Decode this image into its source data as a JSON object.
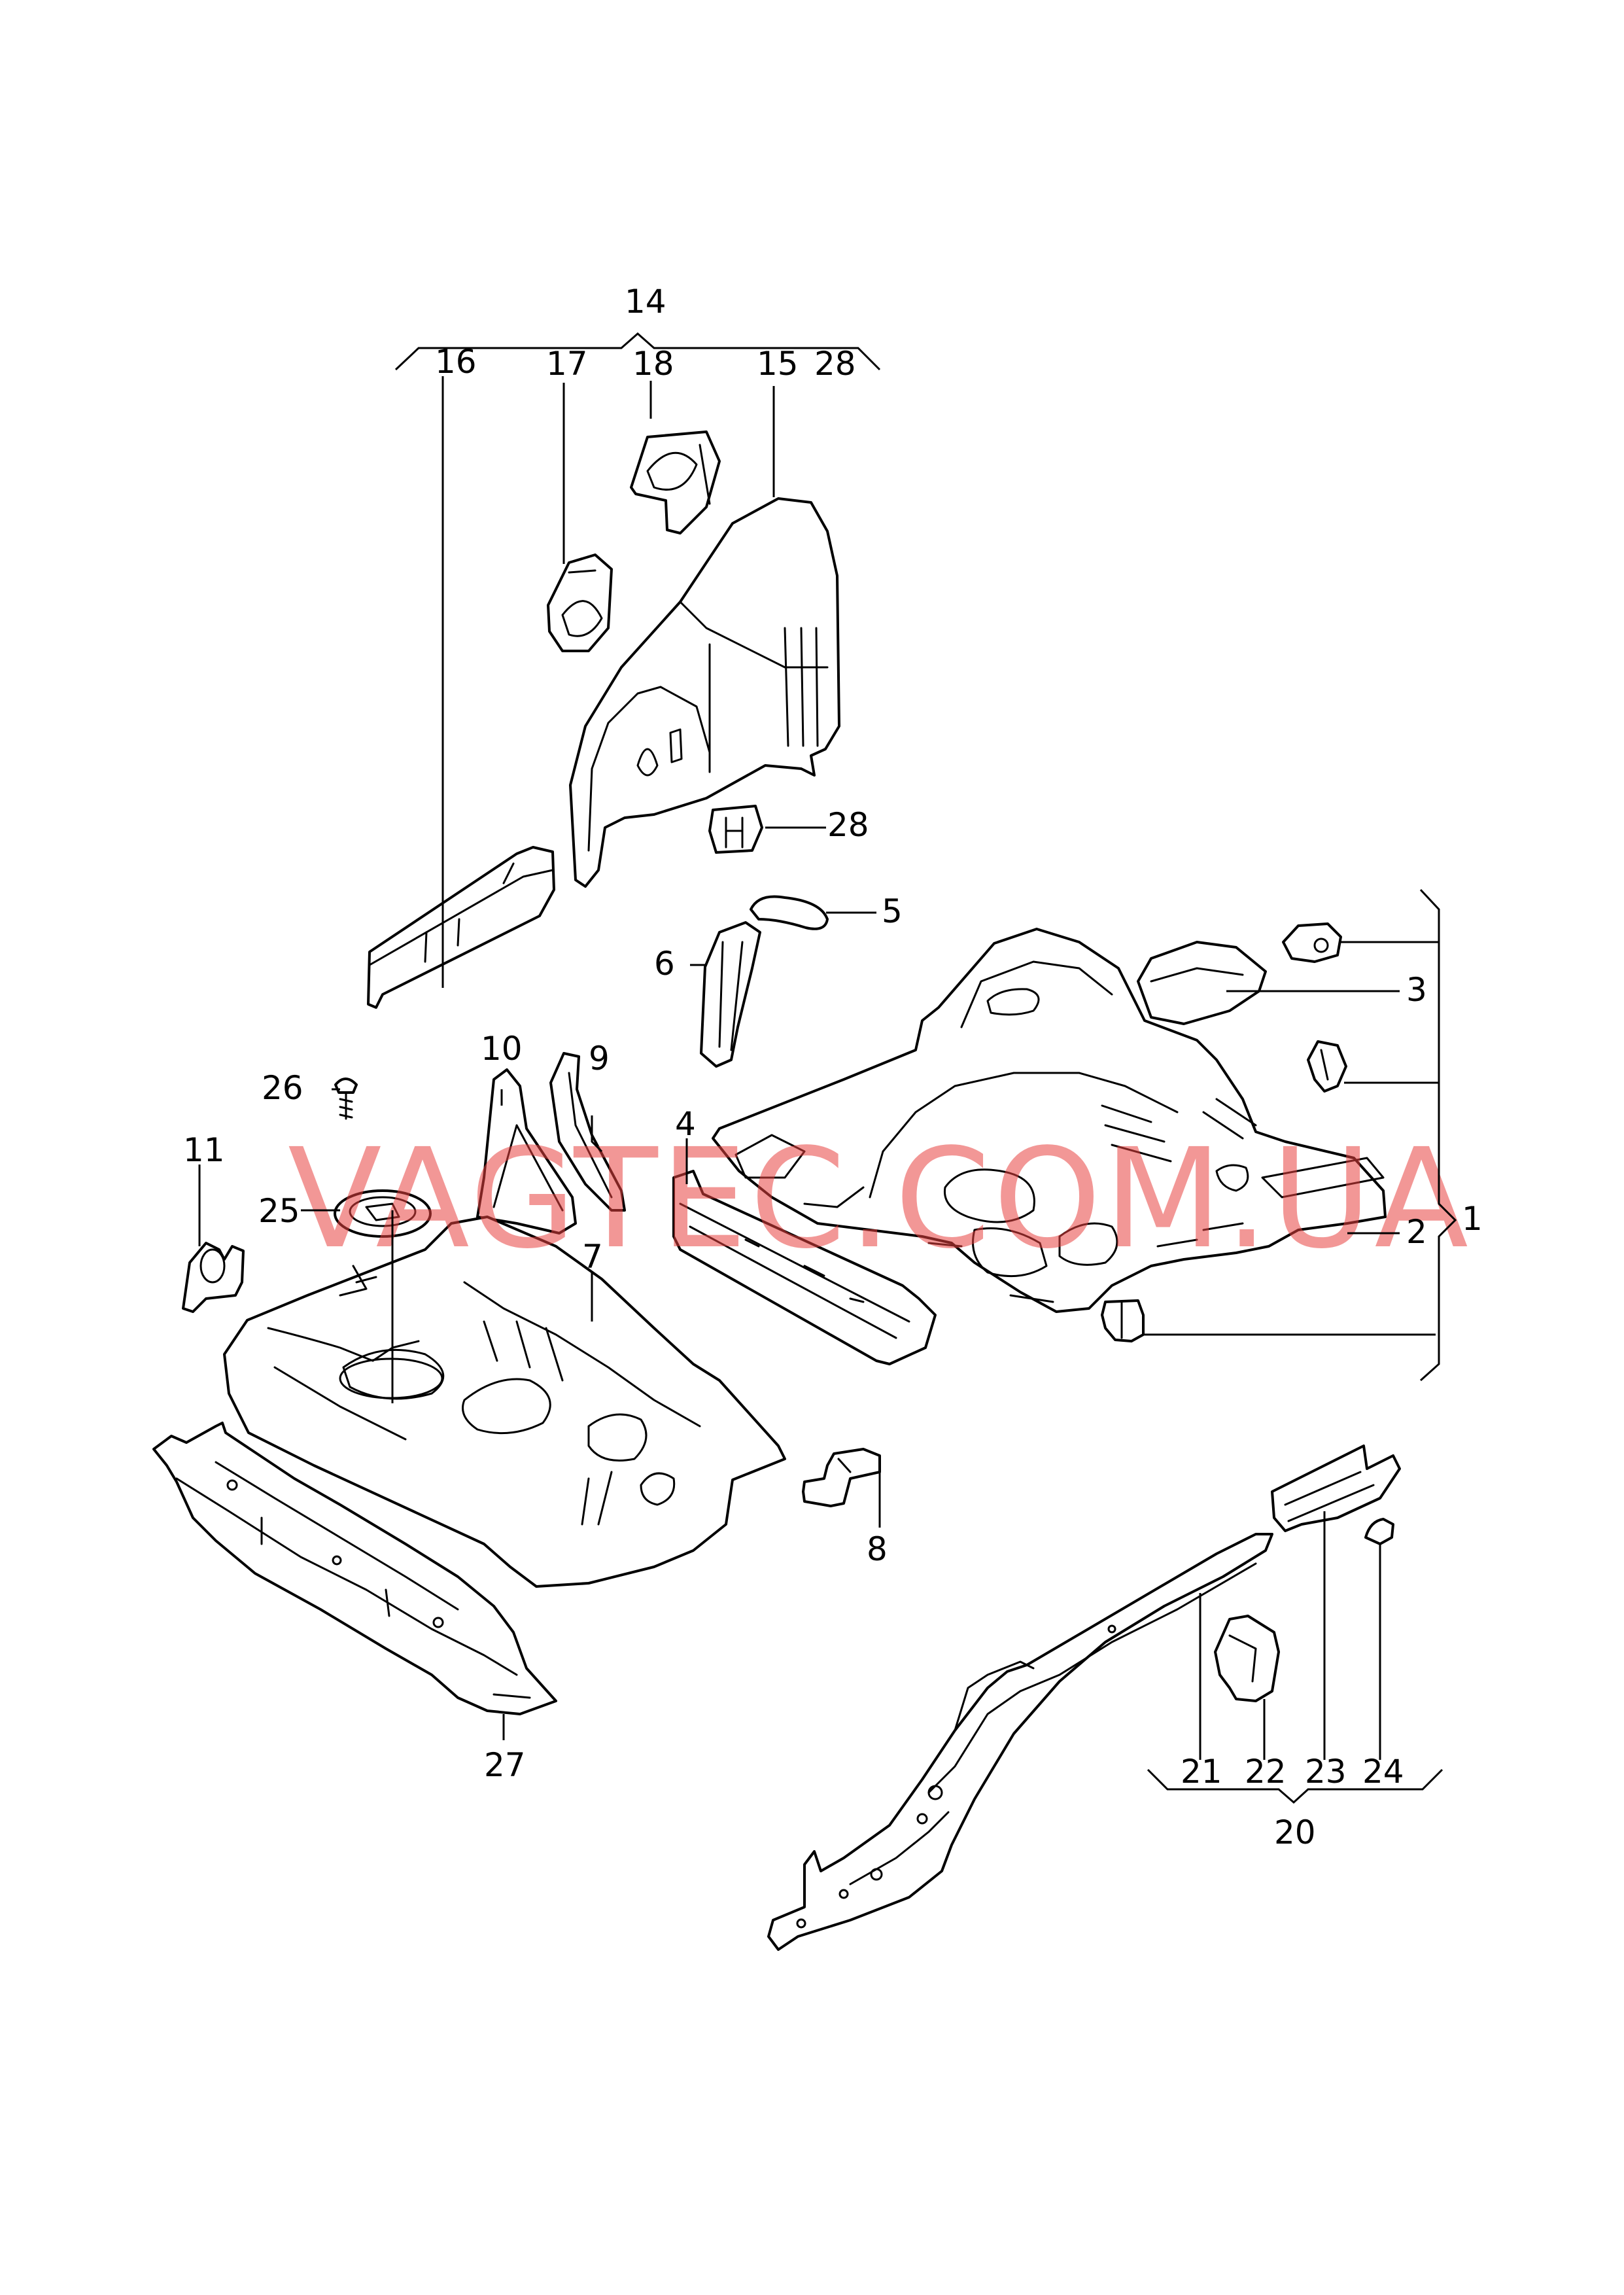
{
  "watermark": "VAGTEC.COM.UA",
  "callouts": {
    "c1": "1",
    "c2": "2",
    "c3": "3",
    "c4": "4",
    "c5": "5",
    "c6": "6",
    "c7": "7",
    "c8": "8",
    "c9": "9",
    "c10": "10",
    "c11": "11",
    "c14": "14",
    "c15": "15",
    "c16": "16",
    "c17": "17",
    "c18": "18",
    "c20": "20",
    "c21": "21",
    "c22": "22",
    "c23": "23",
    "c24": "24",
    "c25": "25",
    "c26": "26",
    "c27": "27",
    "c28a": "28",
    "c28b": "28"
  },
  "colors": {
    "watermark": "#e8413f",
    "line": "#000000",
    "background": "#ffffff"
  }
}
